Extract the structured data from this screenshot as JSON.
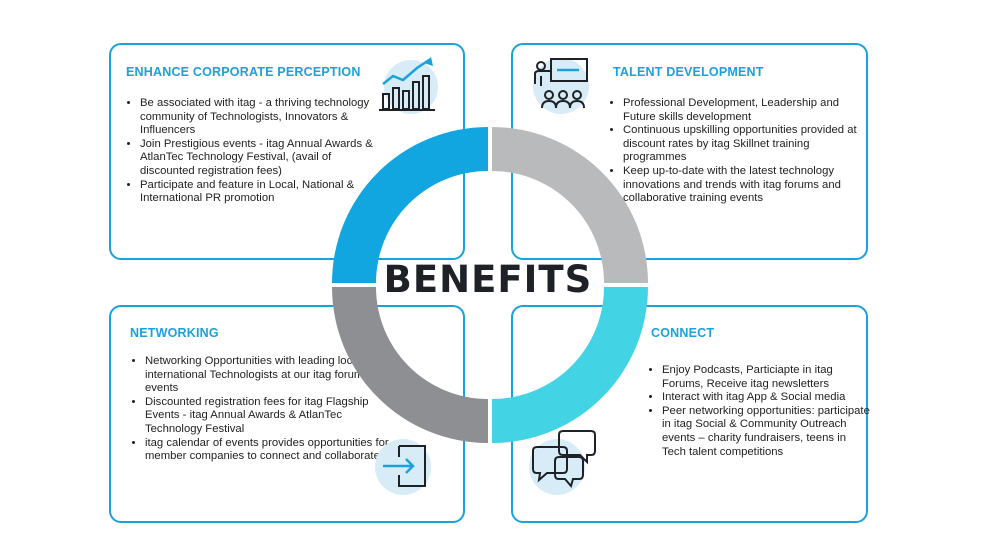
{
  "center_title": "BENEFITS",
  "colors": {
    "accent_blue": "#1ba1db",
    "ring_blue": "#11a6e0",
    "ring_light_gray": "#b9babc",
    "ring_dark_gray": "#8e8f92",
    "ring_cyan": "#42d3e5",
    "icon_circle": "#d7ecf7"
  },
  "cards": {
    "corporate": {
      "title": "ENHANCE CORPORATE PERCEPTION",
      "icon": "growth-chart-icon",
      "items": [
        "Be associated with itag  - a thriving technology community of Technologists, Innovators & Influencers",
        "Join Prestigious events - itag Annual Awards & AtlanTec Technology Festival, (avail of discounted registration fees)",
        "Participate and feature in Local, National & International PR promotion"
      ]
    },
    "talent": {
      "title": "TALENT DEVELOPMENT",
      "icon": "presentation-icon",
      "items": [
        "Professional Development, Leadership and Future skills development",
        "Continuous upskilling opportunities provided at discount rates by itag Skillnet training programmes",
        "Keep up-to-date with the latest technology innovations and trends with itag forums and collaborative training events"
      ]
    },
    "networking": {
      "title": "NETWORKING",
      "icon": "login-icon",
      "items": [
        "Networking Opportunities with leading local & international Technologists at our itag forum events",
        "Discounted registration fees for itag Flagship Events - itag Annual Awards & AtlanTec Technology Festival",
        "itag calendar of events provides opportunities for member companies to connect and collaborate"
      ]
    },
    "connect": {
      "title": "CONNECT",
      "icon": "chat-bubbles-icon",
      "items": [
        "Enjoy Podcasts, Particiapte in itag Forums, Receive itag newsletters",
        "Interact with itag App & Social media",
        "Peer networking opportunities: participate in itag Social & Community Outreach events – charity fundraisers, teens in Tech talent competitions"
      ]
    }
  }
}
